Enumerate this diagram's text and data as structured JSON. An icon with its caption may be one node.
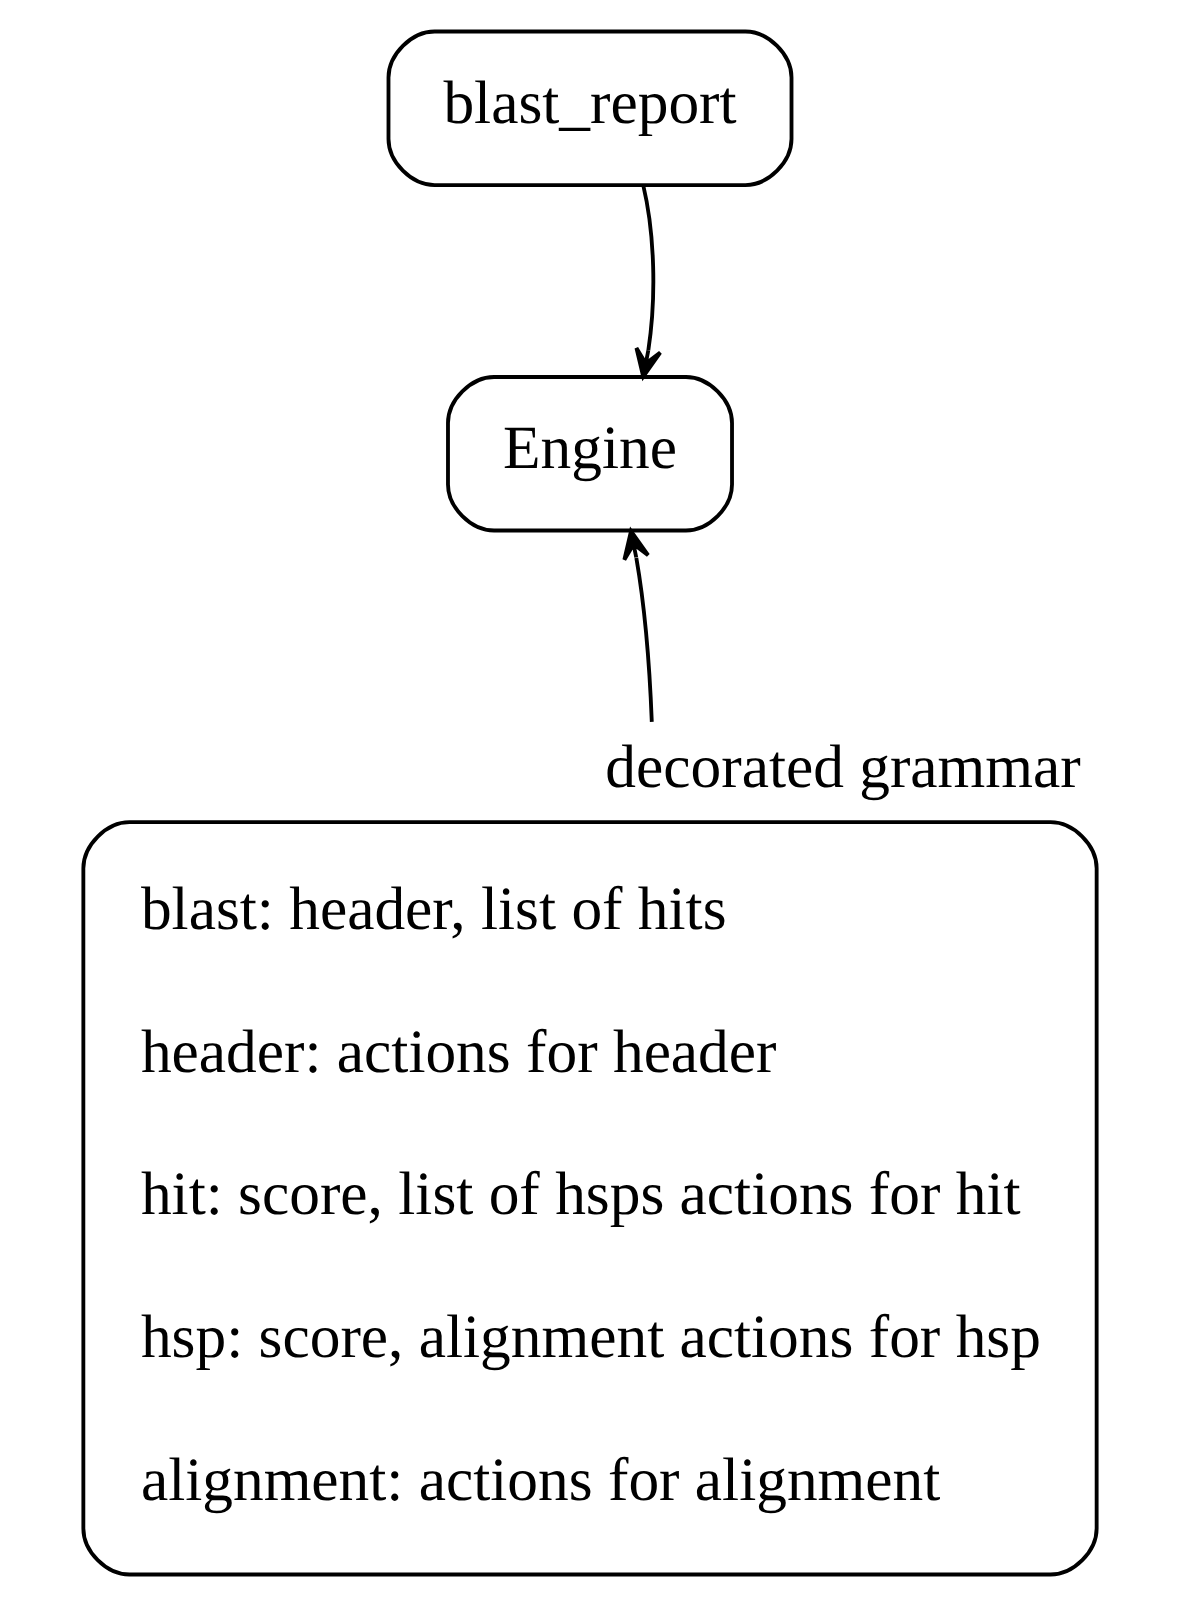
{
  "diagram": {
    "nodes": [
      {
        "text": [
          "blast_report"
        ]
      },
      {
        "text": [
          "Engine"
        ]
      },
      {
        "text": [
          "decorated grammar",
          "blast: header, list of hits",
          "header: actions for header",
          "hit: score, list of hsps actions for hit",
          "hsp: score, alignment actions for hsp",
          "alignment: actions for alignment"
        ]
      }
    ],
    "edges": [
      {
        "from": 0,
        "to": 1,
        "arrow": "to"
      },
      {
        "from": 2,
        "to": 1,
        "arrow": "to"
      }
    ]
  }
}
